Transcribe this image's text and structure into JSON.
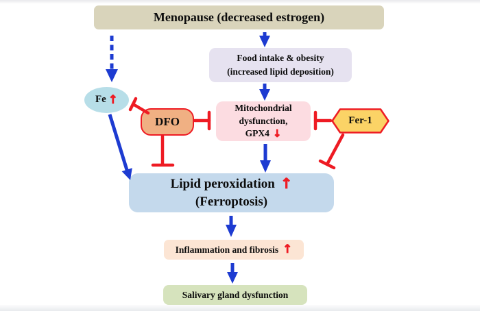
{
  "figure": {
    "type": "pathway-diagram",
    "nodes": {
      "menopause": {
        "label": "Menopause (decreased estrogen)",
        "fill": "#d9d4bb"
      },
      "food": {
        "line1": "Food intake & obesity",
        "line2": "(increased lipid deposition)",
        "fill": "#e6e2f0"
      },
      "fe": {
        "label": "Fe",
        "trend_arrow": "↑",
        "fill": "#b7dee8"
      },
      "dfo": {
        "label": "DFO",
        "fill": "#f0b083",
        "border": "#ee1b23"
      },
      "mito": {
        "line1": "Mitochondrial",
        "line2": "dysfunction,",
        "line3": "GPX4",
        "trend_arrow": "↓",
        "fill": "#fcdce1"
      },
      "fer1": {
        "label": "Fer-1",
        "fill": "#fbd366",
        "border": "#ee1b23"
      },
      "lipid": {
        "line1": "Lipid peroxidation",
        "trend_arrow": "↑",
        "line2": "(Ferroptosis)",
        "fill": "#c4d9ec"
      },
      "inflammation": {
        "label": "Inflammation and fibrosis",
        "trend_arrow": "↑",
        "fill": "#fce5d4"
      },
      "salivary": {
        "label": "Salivary gland dysfunction",
        "fill": "#d6e3bd"
      }
    },
    "edges": [
      {
        "id": "menopause-fe",
        "from": "Menopause (decreased estrogen)",
        "to": "Fe",
        "type": "promotes",
        "style": "dashed-blue-arrow"
      },
      {
        "id": "menopause-food",
        "from": "Menopause (decreased estrogen)",
        "to": "Food intake & obesity",
        "type": "promotes",
        "style": "blue-arrow"
      },
      {
        "id": "food-mito",
        "from": "Food intake & obesity",
        "to": "Mitochondrial dysfunction, GPX4",
        "type": "promotes",
        "style": "blue-arrow"
      },
      {
        "id": "fe-lipid",
        "from": "Fe",
        "to": "Lipid peroxidation (Ferroptosis)",
        "type": "promotes",
        "style": "blue-arrow"
      },
      {
        "id": "mito-lipid",
        "from": "Mitochondrial dysfunction, GPX4",
        "to": "Lipid peroxidation (Ferroptosis)",
        "type": "promotes",
        "style": "blue-arrow"
      },
      {
        "id": "dfo-fe",
        "from": "DFO",
        "to": "Fe",
        "type": "inhibits",
        "style": "red-tbar"
      },
      {
        "id": "dfo-mito",
        "from": "DFO",
        "to": "Mitochondrial dysfunction, GPX4",
        "type": "inhibits",
        "style": "red-tbar"
      },
      {
        "id": "dfo-lipid",
        "from": "DFO",
        "to": "Lipid peroxidation (Ferroptosis)",
        "type": "inhibits",
        "style": "red-tbar"
      },
      {
        "id": "fer1-mito",
        "from": "Fer-1",
        "to": "Mitochondrial dysfunction, GPX4",
        "type": "inhibits",
        "style": "red-tbar"
      },
      {
        "id": "fer1-lipid",
        "from": "Fer-1",
        "to": "Lipid peroxidation (Ferroptosis)",
        "type": "inhibits",
        "style": "red-tbar"
      },
      {
        "id": "lipid-inflammation",
        "from": "Lipid peroxidation (Ferroptosis)",
        "to": "Inflammation and fibrosis",
        "type": "promotes",
        "style": "blue-arrow"
      },
      {
        "id": "inflammation-salivary",
        "from": "Inflammation and fibrosis",
        "to": "Salivary gland dysfunction",
        "type": "promotes",
        "style": "blue-arrow"
      }
    ],
    "colors": {
      "activation_arrow": "#1d3bd1",
      "inhibition_line": "#ee1b23",
      "trend_arrow": "#ee1b23",
      "text": "#0c0c0c",
      "background": "#ffffff"
    }
  }
}
